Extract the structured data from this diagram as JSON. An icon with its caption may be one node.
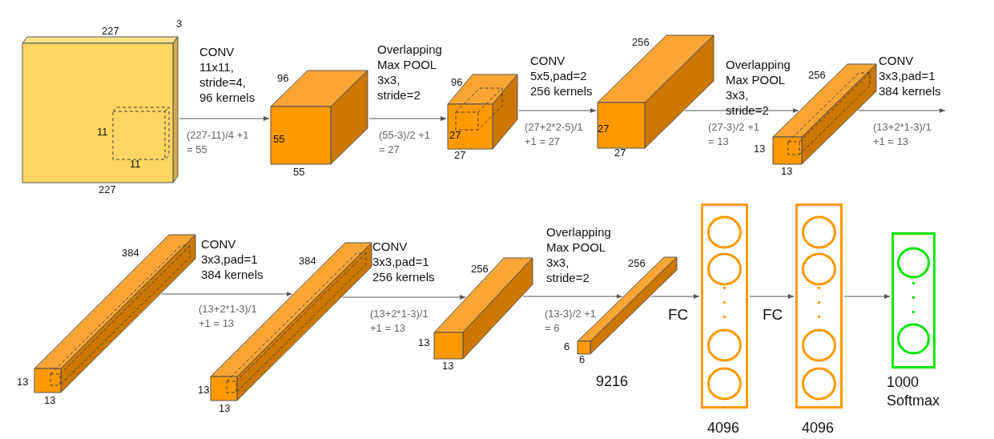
{
  "diagram": {
    "nodes": [
      {
        "text": [
          "11",
          "11"
        ],
        "beside": [
          "227",
          "3",
          "227"
        ]
      },
      {
        "text": [
          "96",
          "55"
        ],
        "beside": [
          "55"
        ]
      },
      {
        "text": [
          "96",
          "27"
        ],
        "beside": [
          "27"
        ]
      },
      {
        "text": [],
        "shape": "cuboid",
        "beside": [
          "256",
          "27",
          "27"
        ]
      },
      {
        "text": [],
        "shape": "cuboid",
        "beside": [
          "256",
          "13",
          "13"
        ]
      },
      {
        "text": [],
        "shape": "cuboid",
        "beside": [
          "384",
          "13",
          "13"
        ]
      },
      {
        "text": [],
        "shape": "cuboid",
        "beside": [
          "384",
          "13"
        ]
      },
      {
        "text": [],
        "shape": "cuboid",
        "beside": [
          "256",
          "13",
          "13"
        ]
      },
      {
        "text": [],
        "shape": "cuboid",
        "beside": [
          "256",
          "6",
          "6",
          "9216"
        ]
      },
      {
        "text": [],
        "shape": "box",
        "beside": [
          "4096"
        ]
      },
      {
        "text": [],
        "shape": "box",
        "beside": [
          "4096"
        ]
      },
      {
        "text": [],
        "shape": "box",
        "beside": [
          "1000 Softmax"
        ]
      }
    ],
    "edges": [
      {
        "from": 0,
        "to": 1,
        "arrow": "to",
        "label": "CONV 11x11, stride=4, 96 kernels"
      },
      {
        "from": 1,
        "to": 2,
        "arrow": "to",
        "label": "Overlapping Max POOL 3x3, stride=2"
      },
      {
        "from": 2,
        "to": 3,
        "arrow": "to",
        "label": "CONV 5x5,pad=2 256 kernels"
      },
      {
        "from": 3,
        "to": 4,
        "arrow": "to",
        "label": "Overlapping Max POOL 3x3, stride=2"
      },
      {
        "from": 4,
        "to": null,
        "arrow": "to",
        "label": "CONV 3x3,pad=1 384 kernels"
      },
      {
        "from": 5,
        "to": 6,
        "arrow": "to",
        "label": "CONV 3x3,pad=1 384 kernels"
      },
      {
        "from": 6,
        "to": 7,
        "arrow": "to",
        "label": "CONV 3x3,pad=1 256 kernels"
      },
      {
        "from": 7,
        "to": 8,
        "arrow": "to",
        "label": "Overlapping Max POOL 3x3, stride=2"
      },
      {
        "from": 8,
        "to": 9,
        "arrow": "to",
        "label": "FC"
      },
      {
        "from": 9,
        "to": 10,
        "arrow": "to",
        "label": "FC"
      },
      {
        "from": 10,
        "to": 11,
        "arrow": "to"
      }
    ],
    "labels": [
      "(227-11)/4 +1 = 55",
      "(55-3)/2 +1 = 27",
      "(27+2*2-5)/1 +1 = 27",
      "(27-3)/2 +1 = 13",
      "(13+2*1-3)/1 +1 = 13",
      "(13+2*1-3)/1 +1 = 13",
      "(13+2*1-3)/1 +1 = 13",
      "(13-3)/2 +1 = 6",
      "13"
    ]
  }
}
